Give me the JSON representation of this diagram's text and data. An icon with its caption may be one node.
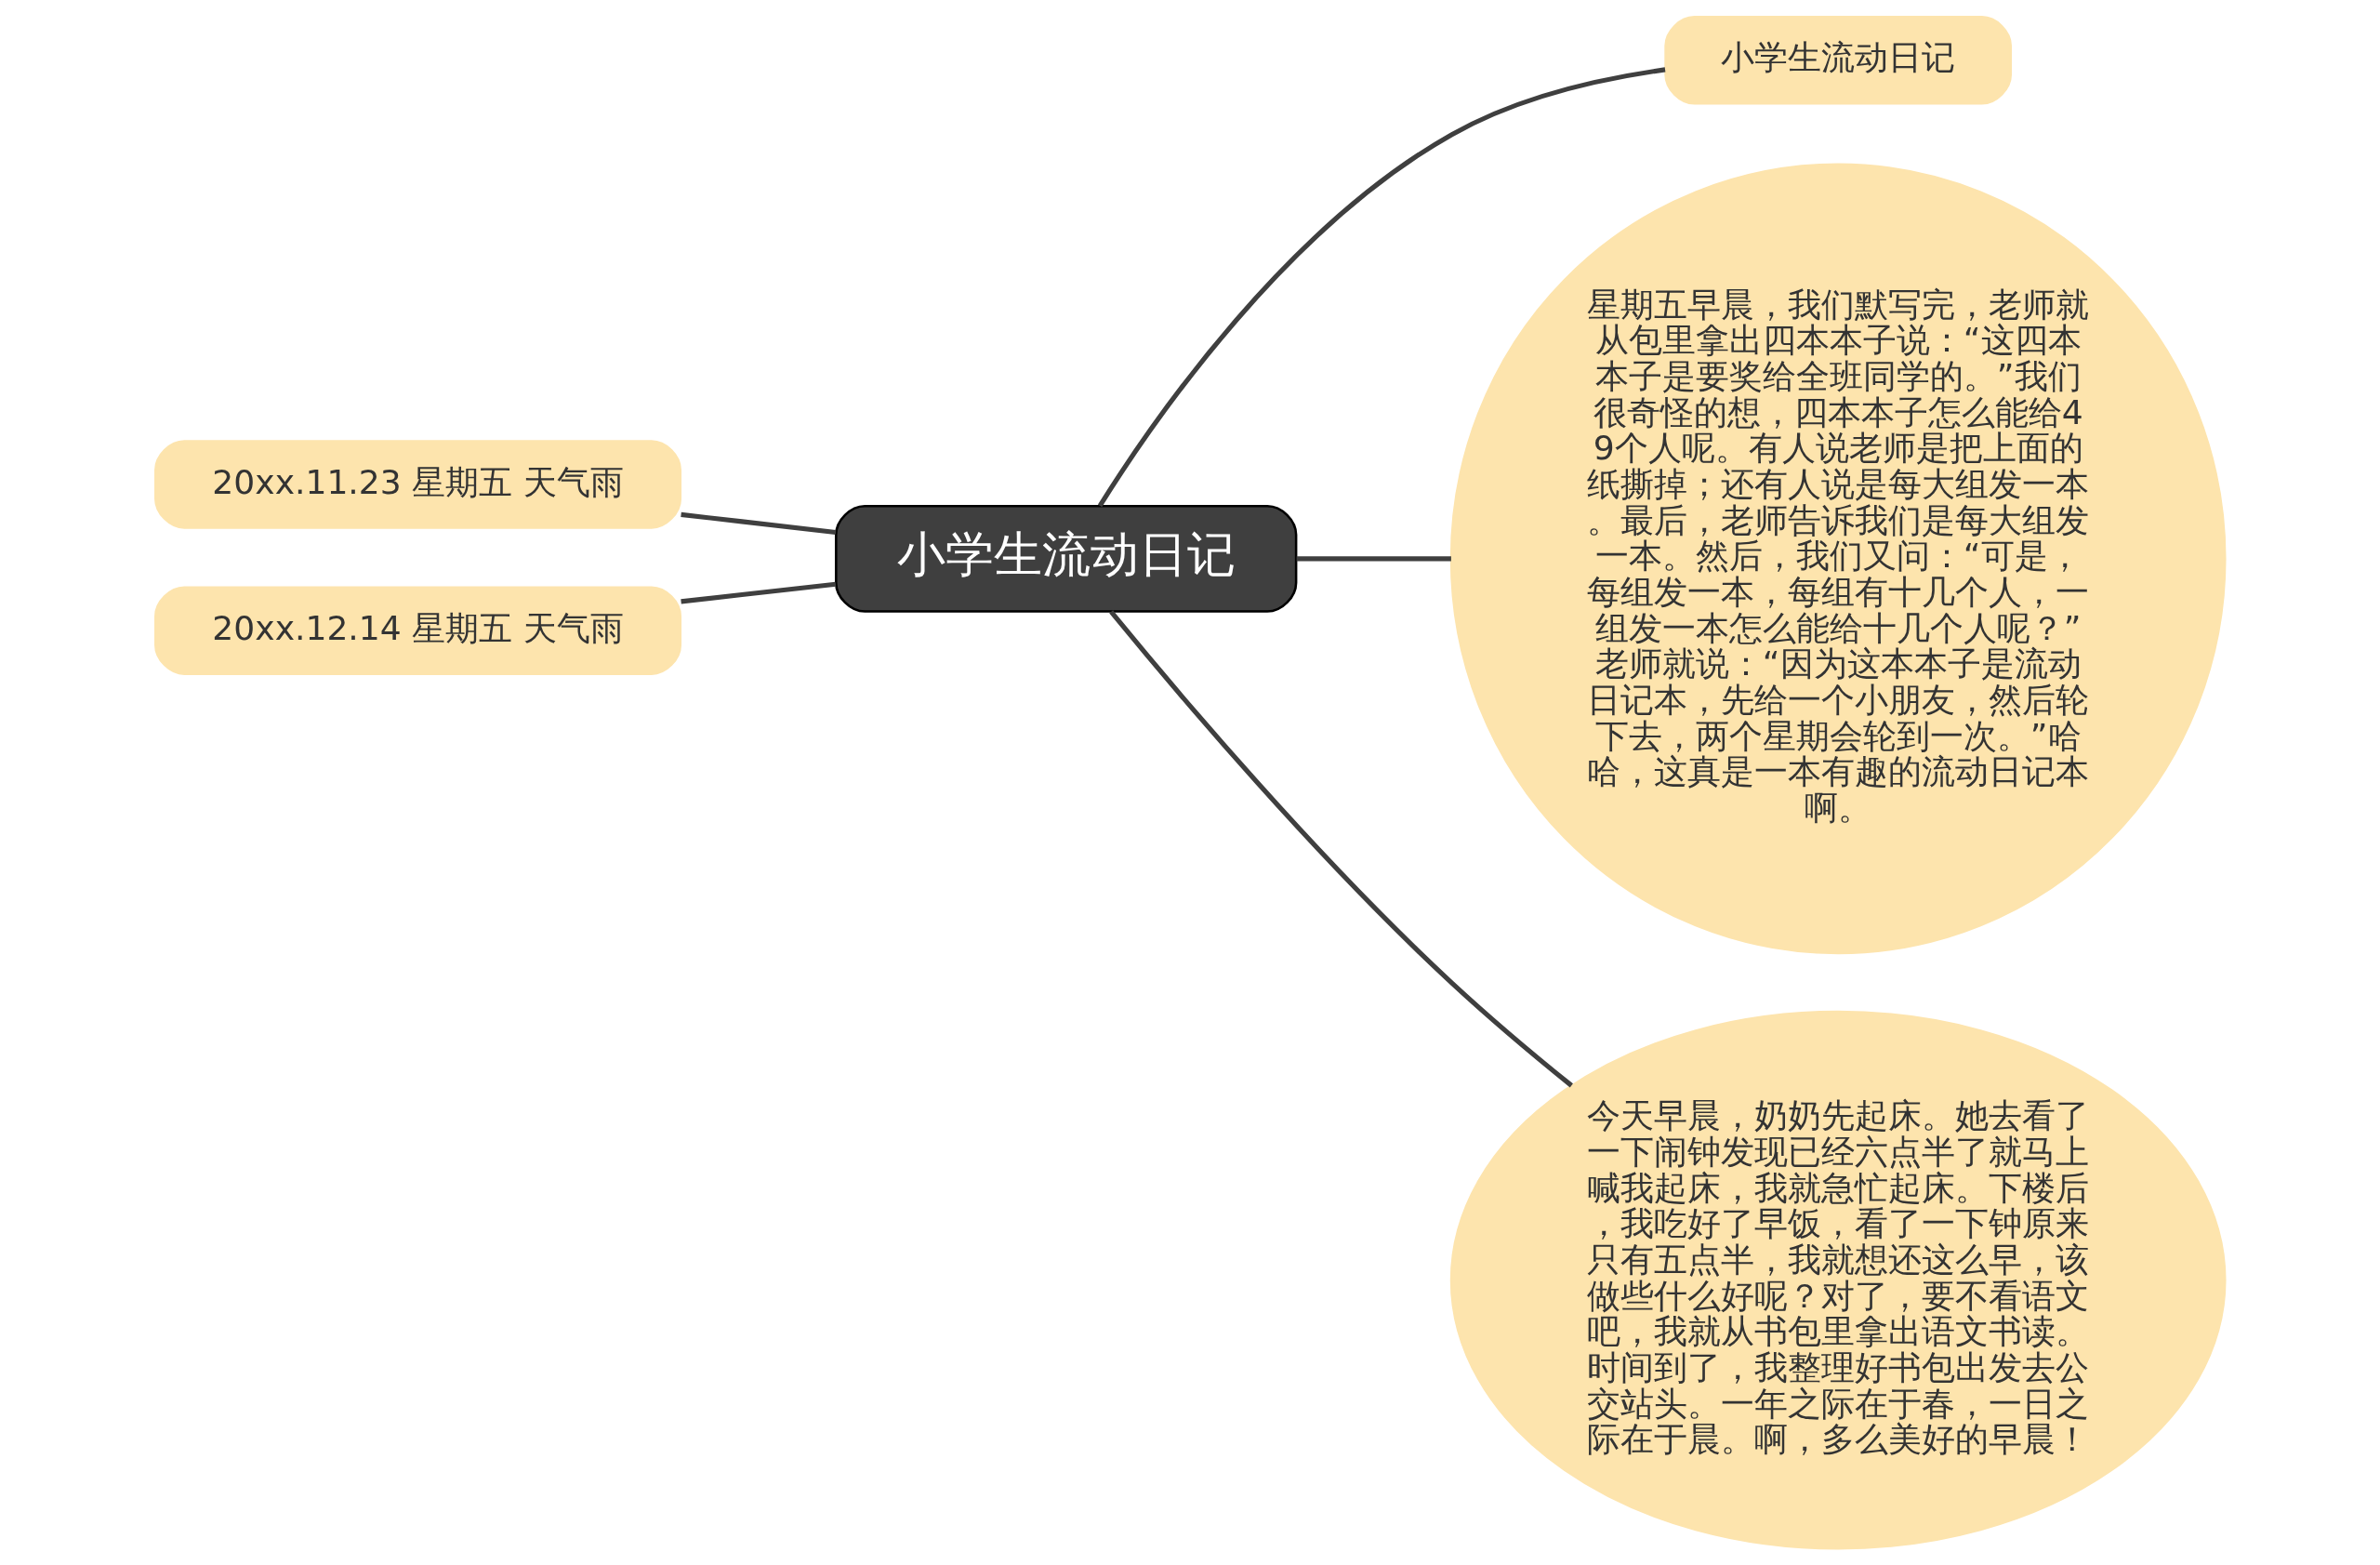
{
  "diagram": {
    "nodes": [
      {
        "text": [
          "小学生流动日记"
        ]
      },
      {
        "text": [
          "小学生流动日记"
        ]
      },
      {
        "text": [
          "星期五早晨，我们默写完，老师就从包里拿出四本本子说：“这四本本子是要奖给全班同学的。”我们很奇怪的想，四本本子怎么能给49个人呢。有人说老师是把上面的纸撕掉；还有人说是每大组发一本。最后，老师告诉我们是每大组发一本。然后，我们又问：“可是，每组发一本，每组有十几个人，一组发一本怎么能给十几个人呢？”老师就说：“因为这本本子是流动日记本，先给一个小朋友，然后轮下去，两个星期会轮到一次。”哈哈，这真是一本有趣的流动日记本啊。"
        ]
      },
      {
        "text": [
          "今天早晨，奶奶先起床。她去看了一下闹钟发现已经六点半了就马上喊我起床，我就急忙起床。下楼后，我吃好了早饭，看了一下钟原来只有五点半，我就想还这么早，该做些什么好呢？对了，要不看语文吧，我就从书包里拿出语文书读。时间到了，我整理好书包出发去公交站头。一年之际在于春，一日之际在于晨。啊，多么美好的早晨！"
        ]
      },
      {
        "text": [
          "20xx.11.23 星期五 天气雨"
        ]
      },
      {
        "text": [
          "20xx.12.14 星期五 天气雨"
        ]
      }
    ],
    "edges": [
      {
        "from": 0,
        "to": 1,
        "arrow": "none"
      },
      {
        "from": 0,
        "to": 2,
        "arrow": "none"
      },
      {
        "from": 0,
        "to": 3,
        "arrow": "none"
      },
      {
        "from": 4,
        "to": 0,
        "arrow": "none"
      },
      {
        "from": 5,
        "to": 0,
        "arrow": "none"
      }
    ]
  }
}
